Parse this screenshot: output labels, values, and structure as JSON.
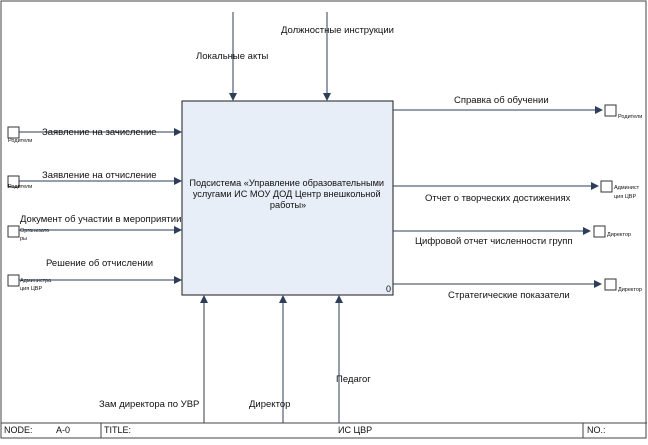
{
  "diagram": {
    "main_box": {
      "title": "Подсистема «Управление образовательными услугами ИС МОУ ДОД Центр внешкольной работы»",
      "title_lines": [
        "Подсистема «Управление образовательными",
        "услугами ИС МОУ ДОД Центр внешкольной",
        "работы»"
      ],
      "number": "0",
      "fill": "#E8EEF7"
    },
    "controls": [
      {
        "label": "Должностные инструкции"
      },
      {
        "label": "Локальные акты"
      }
    ],
    "inputs": [
      {
        "label": "Заявление на зачисление",
        "tunnel_lines": [
          "Родители"
        ]
      },
      {
        "label": "Заявление на отчисление",
        "tunnel_lines": [
          "Родители"
        ]
      },
      {
        "label": "Документ об участии в мероприятии",
        "tunnel_lines": [
          "Организато",
          "ры"
        ]
      },
      {
        "label": "Решение об отчислении",
        "tunnel_lines": [
          "Администра",
          "ция ЦВР"
        ]
      }
    ],
    "outputs": [
      {
        "label": "Справка об обучении",
        "tunnel_lines": [
          "Родители"
        ]
      },
      {
        "label": "Отчет о творческих достижениях",
        "tunnel_lines": [
          "Админист",
          "ция ЦВР"
        ]
      },
      {
        "label": "Цифровой отчет численности групп",
        "tunnel_lines": [
          "Директор"
        ]
      },
      {
        "label": "Стратегические показатели",
        "tunnel_lines": [
          "Директор"
        ]
      }
    ],
    "mechanisms": [
      {
        "label": "Зам директора по УВР"
      },
      {
        "label": "Директор"
      },
      {
        "label": "Педагог"
      }
    ]
  },
  "footer": {
    "node_label": "NODE:",
    "node_value": "A-0",
    "title_label": "TITLE:",
    "title_value": "ИС ЦВР",
    "no_label": "NO.:"
  },
  "colors": {
    "line": "#1a1a1a",
    "arrow": "#2d3e5a",
    "box_fill": "#E8EEF7"
  }
}
